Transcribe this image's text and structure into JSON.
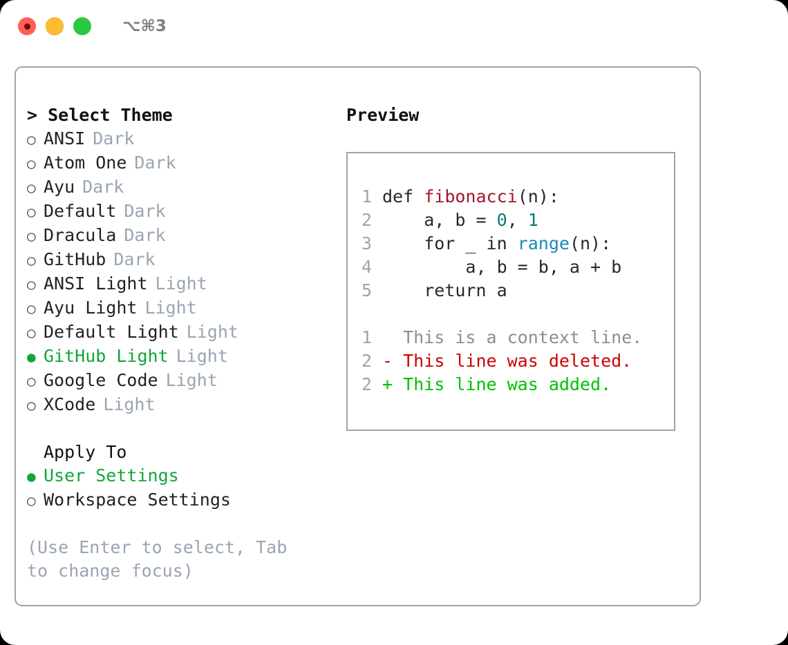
{
  "window": {
    "traffic_lights": [
      "close",
      "minimize",
      "maximize"
    ],
    "shortcut_label": "⌥⌘3",
    "accent_selected": "#13A538",
    "muted_tag_color": "#9AA5B1",
    "border_color": "#9AA5B1"
  },
  "theme_list": {
    "header": "> Select Theme",
    "items": [
      {
        "bullet": "○",
        "label": "ANSI",
        "tag": "Dark",
        "selected": false
      },
      {
        "bullet": "○",
        "label": "Atom One",
        "tag": "Dark",
        "selected": false
      },
      {
        "bullet": "○",
        "label": "Ayu",
        "tag": "Dark",
        "selected": false
      },
      {
        "bullet": "○",
        "label": "Default",
        "tag": "Dark",
        "selected": false
      },
      {
        "bullet": "○",
        "label": "Dracula",
        "tag": "Dark",
        "selected": false
      },
      {
        "bullet": "○",
        "label": "GitHub",
        "tag": "Dark",
        "selected": false
      },
      {
        "bullet": "○",
        "label": "ANSI Light",
        "tag": "Light",
        "selected": false
      },
      {
        "bullet": "○",
        "label": "Ayu Light",
        "tag": "Light",
        "selected": false
      },
      {
        "bullet": "○",
        "label": "Default Light",
        "tag": "Light",
        "selected": false
      },
      {
        "bullet": "●",
        "label": "GitHub Light",
        "tag": "Light",
        "selected": true
      },
      {
        "bullet": "○",
        "label": "Google Code",
        "tag": "Light",
        "selected": false
      },
      {
        "bullet": "○",
        "label": "XCode",
        "tag": "Light",
        "selected": false
      }
    ]
  },
  "apply_to": {
    "header": "Apply To",
    "items": [
      {
        "bullet": "●",
        "label": "User Settings",
        "selected": true
      },
      {
        "bullet": "○",
        "label": "Workspace Settings",
        "selected": false
      }
    ]
  },
  "hint": "(Use Enter to select, Tab to change focus)",
  "preview": {
    "title": "Preview",
    "code_lines": [
      {
        "lineno": "1",
        "tokens": [
          {
            "text": "def ",
            "kind": "plain"
          },
          {
            "text": "fibonacci",
            "kind": "func"
          },
          {
            "text": "(n):",
            "kind": "plain"
          }
        ]
      },
      {
        "lineno": "2",
        "tokens": [
          {
            "text": "    a, b = ",
            "kind": "plain"
          },
          {
            "text": "0",
            "kind": "num"
          },
          {
            "text": ", ",
            "kind": "plain"
          },
          {
            "text": "1",
            "kind": "num"
          }
        ]
      },
      {
        "lineno": "3",
        "tokens": [
          {
            "text": "    for _ in ",
            "kind": "plain"
          },
          {
            "text": "range",
            "kind": "call"
          },
          {
            "text": "(n):",
            "kind": "plain"
          }
        ]
      },
      {
        "lineno": "4",
        "tokens": [
          {
            "text": "        a, b = b, a + b",
            "kind": "plain"
          }
        ]
      },
      {
        "lineno": "5",
        "tokens": [
          {
            "text": "    return a",
            "kind": "plain"
          }
        ]
      }
    ],
    "diff_lines": [
      {
        "lineno": "1",
        "marker": " ",
        "text": "  This is a context line.",
        "kind": "ctx"
      },
      {
        "lineno": "2",
        "marker": "-",
        "text": "- This line was deleted.",
        "kind": "del"
      },
      {
        "lineno": "2",
        "marker": "+",
        "text": "+ This line was added.",
        "kind": "add"
      }
    ]
  }
}
